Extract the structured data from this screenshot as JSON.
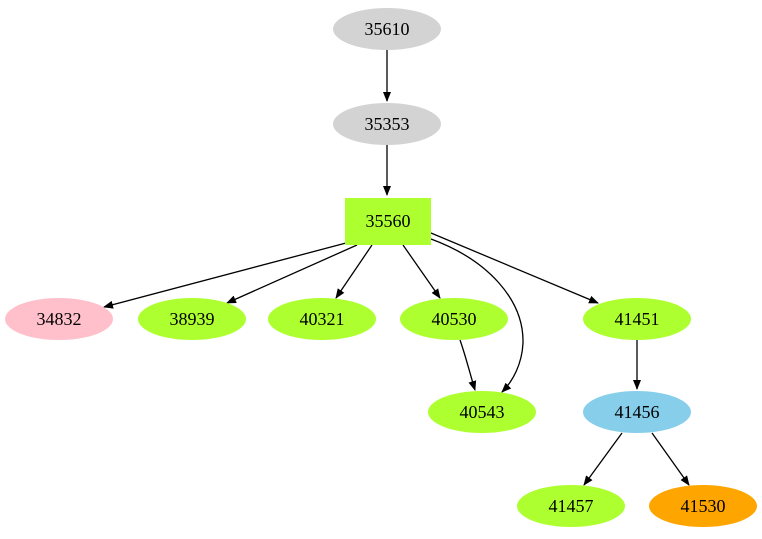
{
  "graph": {
    "type": "directed-graph",
    "background_color": "#ffffff",
    "edge_color": "#000000",
    "node_colors": {
      "default_gray": "#d3d3d3",
      "green": "#adff2f",
      "pink": "#ffc0cb",
      "blue": "#87ceeb",
      "orange": "#ffa500"
    },
    "nodes": [
      {
        "id": "35610",
        "label": "35610",
        "shape": "ellipse",
        "color": "#d3d3d3"
      },
      {
        "id": "35353",
        "label": "35353",
        "shape": "ellipse",
        "color": "#d3d3d3"
      },
      {
        "id": "35560",
        "label": "35560",
        "shape": "box",
        "color": "#adff2f"
      },
      {
        "id": "34832",
        "label": "34832",
        "shape": "ellipse",
        "color": "#ffc0cb"
      },
      {
        "id": "38939",
        "label": "38939",
        "shape": "ellipse",
        "color": "#adff2f"
      },
      {
        "id": "40321",
        "label": "40321",
        "shape": "ellipse",
        "color": "#adff2f"
      },
      {
        "id": "40530",
        "label": "40530",
        "shape": "ellipse",
        "color": "#adff2f"
      },
      {
        "id": "41451",
        "label": "41451",
        "shape": "ellipse",
        "color": "#adff2f"
      },
      {
        "id": "40543",
        "label": "40543",
        "shape": "ellipse",
        "color": "#adff2f"
      },
      {
        "id": "41456",
        "label": "41456",
        "shape": "ellipse",
        "color": "#87ceeb"
      },
      {
        "id": "41457",
        "label": "41457",
        "shape": "ellipse",
        "color": "#adff2f"
      },
      {
        "id": "41530",
        "label": "41530",
        "shape": "ellipse",
        "color": "#ffa500"
      }
    ],
    "edges": [
      {
        "from": "35610",
        "to": "35353"
      },
      {
        "from": "35353",
        "to": "35560"
      },
      {
        "from": "35560",
        "to": "34832"
      },
      {
        "from": "35560",
        "to": "38939"
      },
      {
        "from": "35560",
        "to": "40321"
      },
      {
        "from": "35560",
        "to": "40530"
      },
      {
        "from": "35560",
        "to": "41451"
      },
      {
        "from": "35560",
        "to": "40543"
      },
      {
        "from": "40530",
        "to": "40543"
      },
      {
        "from": "41451",
        "to": "41456"
      },
      {
        "from": "41456",
        "to": "41457"
      },
      {
        "from": "41456",
        "to": "41530"
      }
    ]
  }
}
